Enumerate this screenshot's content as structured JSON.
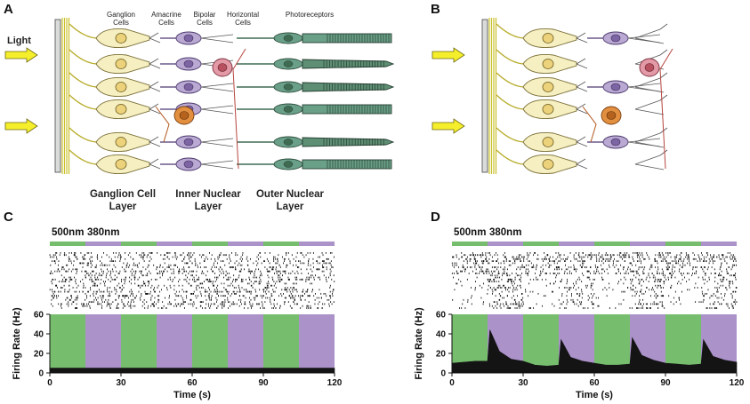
{
  "panels": [
    "A",
    "B",
    "C",
    "D"
  ],
  "panel_a": {
    "light_label": "Light",
    "cell_labels": [
      "Ganglion\nCells",
      "Amacrine\nCells",
      "Bipolar\nCells",
      "Horizontal\nCells",
      "Photoreceptors"
    ],
    "layer_labels": [
      "Ganglion Cell\nLayer",
      "Inner Nuclear\nLayer",
      "Outer Nuclear\nLayer"
    ]
  },
  "colors": {
    "green": "#77bd6e",
    "purple": "#ab92c9",
    "ganglion": "#f5efc1",
    "bipolar": "#b9a9d3",
    "horizontal": "#e39aa6",
    "amacrine": "#e29040",
    "photoreceptor": "#6a9f89",
    "arrow": "#f5ee2a"
  },
  "wavelength_labels": [
    "500nm",
    "380nm"
  ],
  "chart_data": [
    {
      "panel": "C",
      "type": "area",
      "stimulus_sequence": [
        "500nm",
        "380nm",
        "500nm",
        "380nm",
        "500nm",
        "380nm",
        "500nm",
        "380nm"
      ],
      "stimulus_period_s": 15,
      "xlabel": "Time (s)",
      "ylabel": "Firing Rate (Hz)",
      "xlim": [
        0,
        120
      ],
      "ylim": [
        0,
        60
      ],
      "xticks": [
        0,
        30,
        60,
        90,
        120
      ],
      "yticks": [
        0,
        20,
        40,
        60
      ],
      "x": [
        0,
        7.5,
        15,
        22.5,
        30,
        37.5,
        45,
        52.5,
        60,
        67.5,
        75,
        82.5,
        90,
        97.5,
        105,
        112.5,
        120
      ],
      "values": [
        5,
        5,
        5,
        5,
        5,
        5,
        5,
        5,
        5,
        5,
        5,
        5,
        5,
        5,
        5,
        5,
        5
      ]
    },
    {
      "panel": "D",
      "type": "area",
      "stimulus_sequence": [
        "500nm",
        "380nm",
        "500nm",
        "380nm",
        "500nm",
        "380nm",
        "500nm",
        "380nm"
      ],
      "stimulus_period_s": 15,
      "xlabel": "Time (s)",
      "ylabel": "Firing Rate (Hz)",
      "xlim": [
        0,
        120
      ],
      "ylim": [
        0,
        60
      ],
      "xticks": [
        0,
        30,
        60,
        90,
        120
      ],
      "yticks": [
        0,
        20,
        40,
        60
      ],
      "x": [
        0,
        5,
        10,
        15,
        16,
        20,
        25,
        30,
        35,
        40,
        45,
        46,
        50,
        55,
        60,
        65,
        70,
        75,
        76,
        80,
        85,
        90,
        95,
        100,
        105,
        106,
        110,
        115,
        120
      ],
      "values": [
        10,
        11,
        12,
        12,
        44,
        22,
        14,
        12,
        8,
        7,
        8,
        34,
        16,
        12,
        10,
        8,
        8,
        9,
        36,
        18,
        13,
        10,
        9,
        8,
        9,
        34,
        17,
        13,
        11
      ]
    }
  ]
}
